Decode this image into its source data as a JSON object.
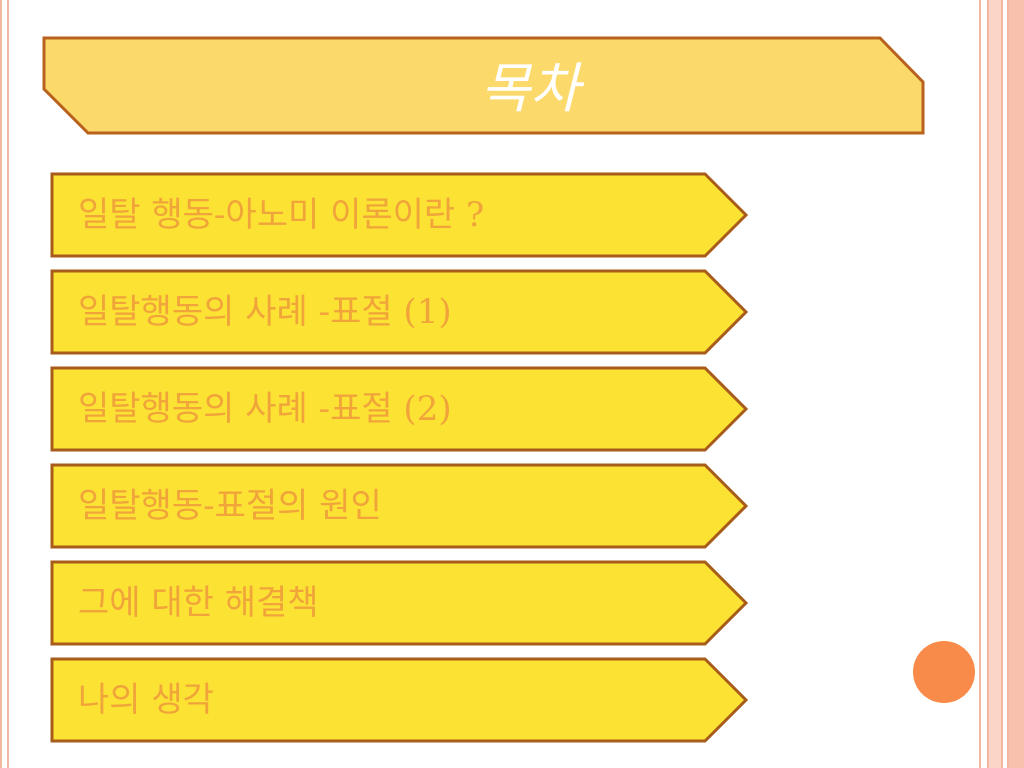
{
  "slide": {
    "title": "목차",
    "items": [
      {
        "label": "일탈 행동-아노미 이론이란 ?"
      },
      {
        "label": "일탈행동의 사례 -표절 (1)"
      },
      {
        "label": "일탈행동의 사례 -표절 (2)"
      },
      {
        "label": "일탈행동-표절의 원인"
      },
      {
        "label": "그에 대한 해결책"
      },
      {
        "label": "나의 생각"
      }
    ]
  },
  "colors": {
    "title_fill": "#fcd96b",
    "title_stroke": "#b8621e",
    "item_fill": "#fbe233",
    "item_stroke": "#a85c1a",
    "item_text": "#f0a43a",
    "accent_dot": "#f88a4a",
    "stripe": "#f2b7a0"
  }
}
